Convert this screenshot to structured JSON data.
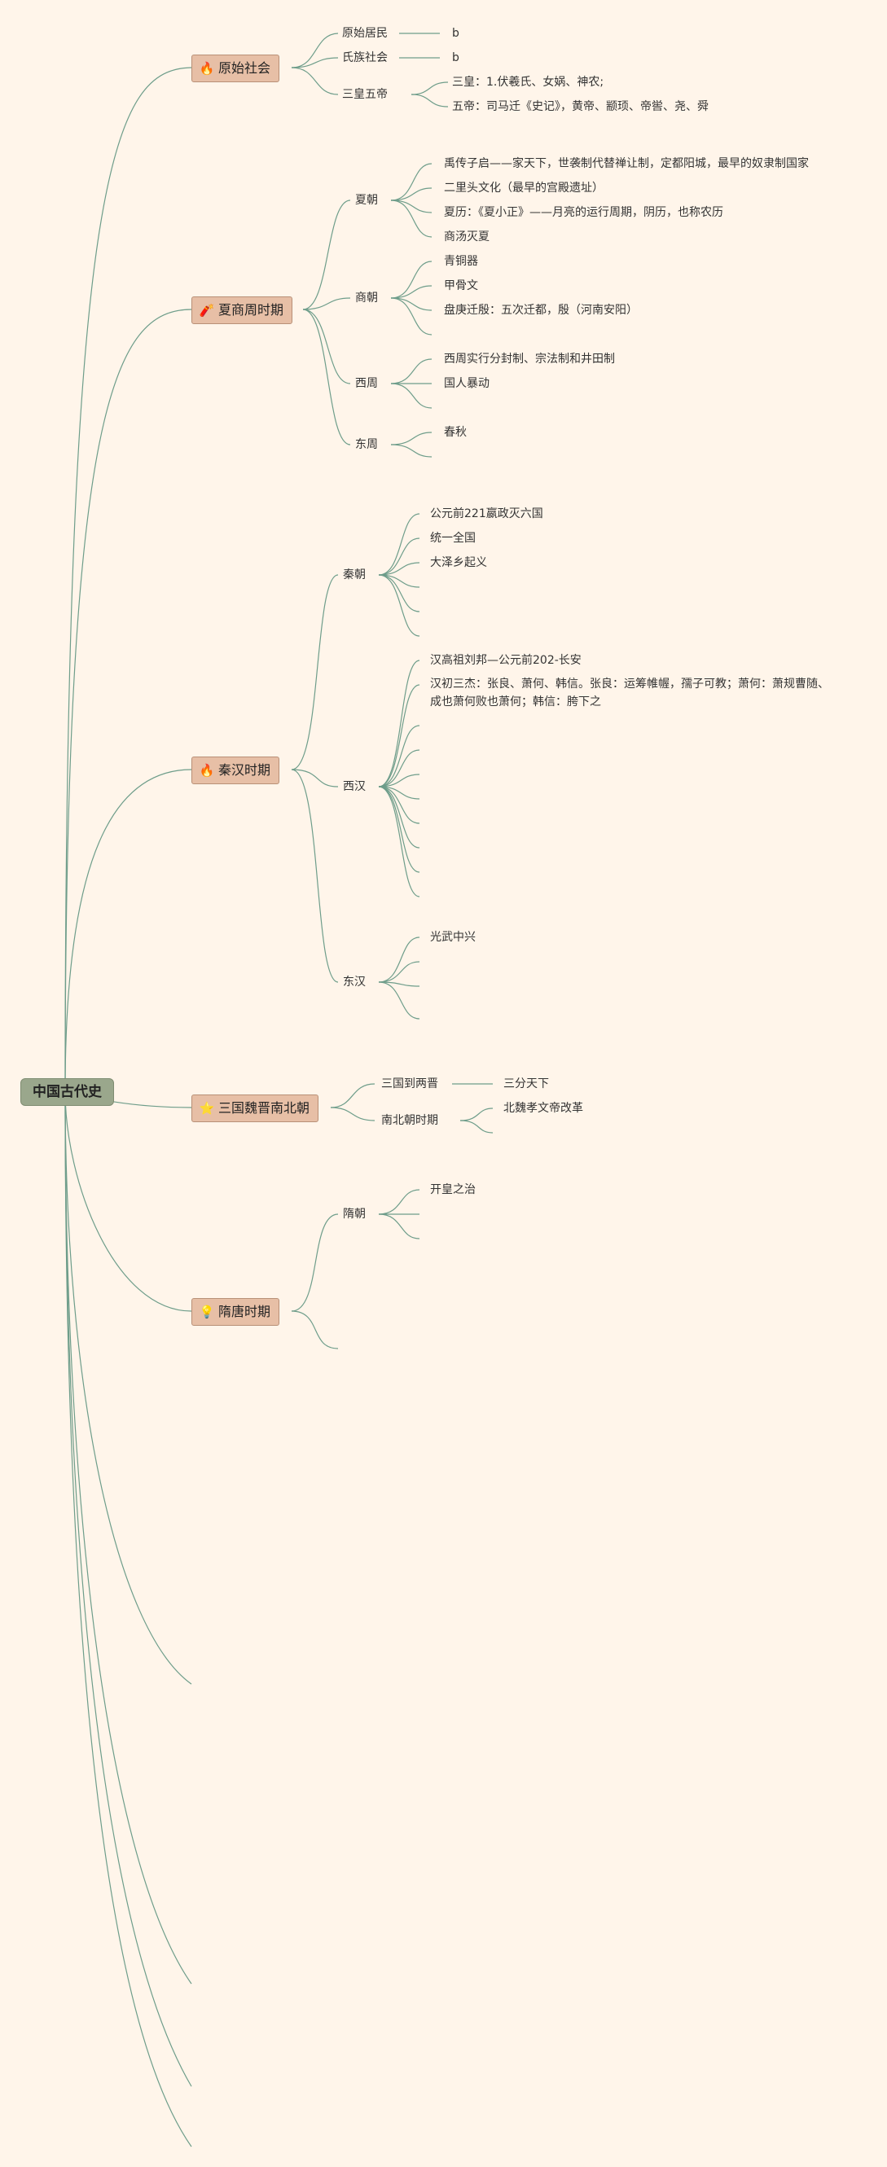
{
  "root": "中国古代史",
  "topics": {
    "t1": {
      "label": "原始社会",
      "icon": "🔥",
      "icon_name": "fire-icon"
    },
    "t2": {
      "label": "夏商周时期",
      "icon": "🧨",
      "icon_name": "firecracker-icon"
    },
    "t3": {
      "label": "秦汉时期",
      "icon": "🔥",
      "icon_name": "fire-icon"
    },
    "t4": {
      "label": "三国魏晋南北朝",
      "icon": "⭐",
      "icon_name": "star-icon"
    },
    "t5": {
      "label": "隋唐时期",
      "icon": "💡",
      "icon_name": "bulb-icon"
    }
  },
  "nodes": {
    "t1_a": "原始居民",
    "t1_a1": "b",
    "t1_b": "氏族社会",
    "t1_b1": "b",
    "t1_c": "三皇五帝",
    "t1_c1": "三皇：1.伏羲氏、女娲、神农;",
    "t1_c2": "五帝：司马迁《史记》，黄帝、颛顼、帝喾、尧、舜",
    "xia": "夏朝",
    "xia1": "禹传子启——家天下，世袭制代替禅让制，定都阳城，最早的奴隶制国家",
    "xia2": "二里头文化（最早的宫殿遗址）",
    "xia3": "夏历：《夏小正》——月亮的运行周期，阴历，也称农历",
    "xia4": "商汤灭夏",
    "shang": "商朝",
    "shang1": "青铜器",
    "shang2": "甲骨文",
    "shang3": "盘庚迁殷：五次迁都，殷（河南安阳）",
    "xizhou": "西周",
    "xizhou1": "西周实行分封制、宗法制和井田制",
    "xizhou2": "国人暴动",
    "dongzhou": "东周",
    "dongzhou1": "春秋",
    "qin": "秦朝",
    "qin1": "公元前221嬴政灭六国",
    "qin2": "统一全国",
    "qin3": "大泽乡起义",
    "xihan": "西汉",
    "xihan1": "汉高祖刘邦—公元前202-长安",
    "xihan2": "汉初三杰：张良、萧何、韩信。张良：运筹帷幄，孺子可教；萧何：萧规曹随、成也萧何败也萧何；韩信：胯下之",
    "donghan": "东汉",
    "donghan1": "光武中兴",
    "sg": "三国到两晋",
    "sg1": "三分天下",
    "nb": "南北朝时期",
    "nb1": "北魏孝文帝改革",
    "sui": "隋朝",
    "sui1": "开皇之治"
  }
}
